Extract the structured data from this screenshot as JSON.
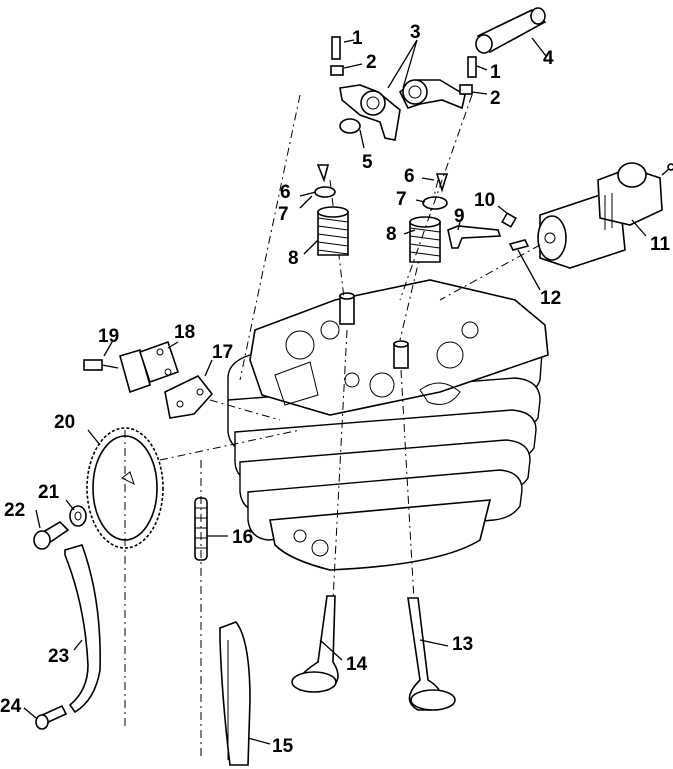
{
  "diagram": {
    "callouts": [
      {
        "id": "1",
        "label": "1"
      },
      {
        "id": "1b",
        "label": "1"
      },
      {
        "id": "2",
        "label": "2"
      },
      {
        "id": "2b",
        "label": "2"
      },
      {
        "id": "3",
        "label": "3"
      },
      {
        "id": "4",
        "label": "4"
      },
      {
        "id": "5",
        "label": "5"
      },
      {
        "id": "6",
        "label": "6"
      },
      {
        "id": "6b",
        "label": "6"
      },
      {
        "id": "7",
        "label": "7"
      },
      {
        "id": "7b",
        "label": "7"
      },
      {
        "id": "8",
        "label": "8"
      },
      {
        "id": "8b",
        "label": "8"
      },
      {
        "id": "9",
        "label": "9"
      },
      {
        "id": "10",
        "label": "10"
      },
      {
        "id": "11",
        "label": "11"
      },
      {
        "id": "12",
        "label": "12"
      },
      {
        "id": "13",
        "label": "13"
      },
      {
        "id": "14",
        "label": "14"
      },
      {
        "id": "15",
        "label": "15"
      },
      {
        "id": "16",
        "label": "16"
      },
      {
        "id": "17",
        "label": "17"
      },
      {
        "id": "18",
        "label": "18"
      },
      {
        "id": "19",
        "label": "19"
      },
      {
        "id": "20",
        "label": "20"
      },
      {
        "id": "21",
        "label": "21"
      },
      {
        "id": "22",
        "label": "22"
      },
      {
        "id": "23",
        "label": "23"
      },
      {
        "id": "24",
        "label": "24"
      }
    ]
  }
}
